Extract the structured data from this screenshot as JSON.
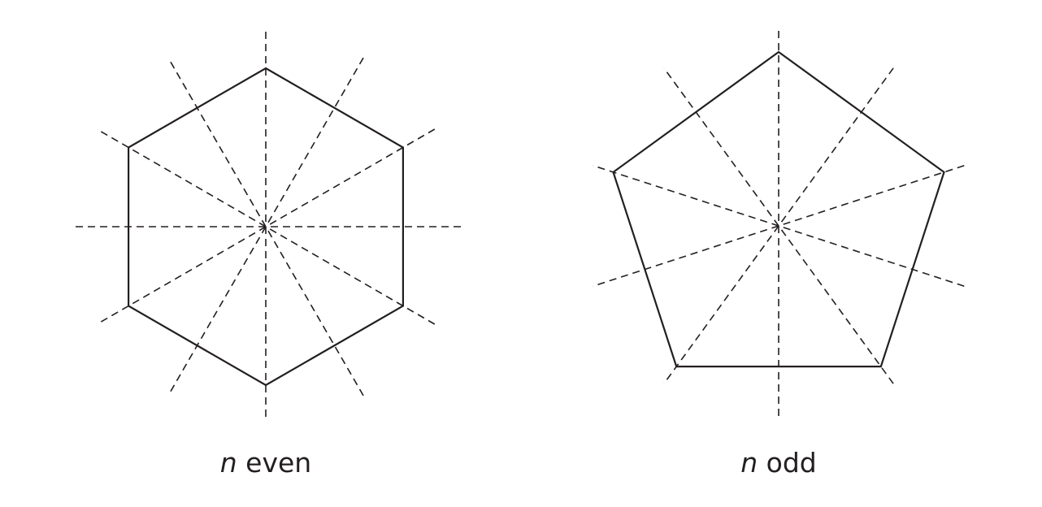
{
  "diagrams": [
    {
      "id": "hexagon",
      "sides": 6,
      "caption_variable": "n",
      "caption_text": "even"
    },
    {
      "id": "pentagon",
      "sides": 5,
      "caption_variable": "n",
      "caption_text": "odd"
    }
  ],
  "colors": {
    "ink": "#231f20",
    "background": "#ffffff"
  }
}
